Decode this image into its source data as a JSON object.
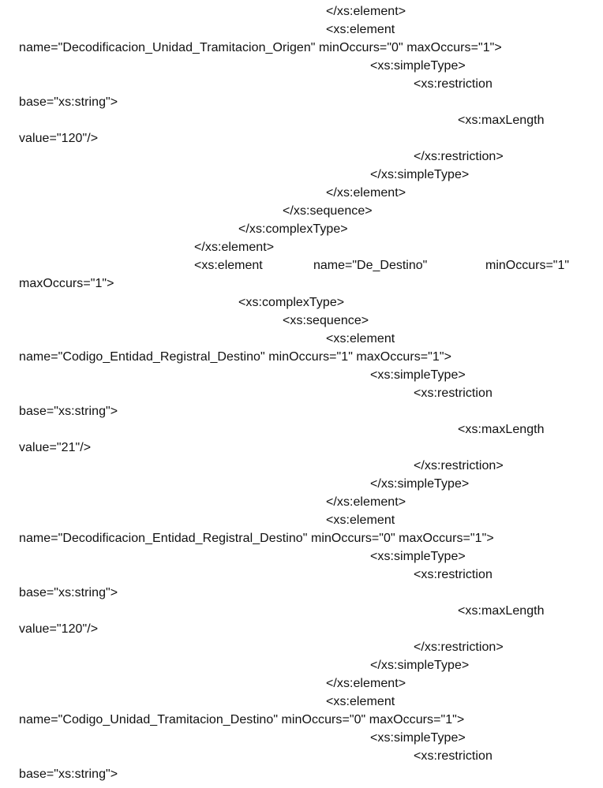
{
  "lines": [
    "</xs:element>",
    "<xs:element",
    "name=\"Decodificacion_Unidad_Tramitacion_Origen\" minOccurs=\"0\" maxOccurs=\"1\">",
    "<xs:simpleType>",
    "<xs:restriction",
    "base=\"xs:string\">",
    "<xs:maxLength",
    "value=\"120\"/>",
    "</xs:restriction>",
    "</xs:simpleType>",
    "</xs:element>",
    "</xs:sequence>",
    "</xs:complexType>",
    "</xs:element>",
    "<xs:element",
    "name=\"De_Destino\"",
    "minOccurs=\"1\"",
    "maxOccurs=\"1\">",
    "<xs:complexType>",
    "<xs:sequence>",
    "<xs:element",
    "name=\"Codigo_Entidad_Registral_Destino\" minOccurs=\"1\" maxOccurs=\"1\">",
    "<xs:simpleType>",
    "<xs:restriction",
    "base=\"xs:string\">",
    "<xs:maxLength",
    "value=\"21\"/>",
    "</xs:restriction>",
    "</xs:simpleType>",
    "</xs:element>",
    "<xs:element",
    "name=\"Decodificacion_Entidad_Registral_Destino\" minOccurs=\"0\" maxOccurs=\"1\">",
    "<xs:simpleType>",
    "<xs:restriction",
    "base=\"xs:string\">",
    "<xs:maxLength",
    "value=\"120\"/>",
    "</xs:restriction>",
    "</xs:simpleType>",
    "</xs:element>",
    "<xs:element",
    "name=\"Codigo_Unidad_Tramitacion_Destino\" minOccurs=\"0\" maxOccurs=\"1\">",
    "<xs:simpleType>",
    "<xs:restriction",
    "base=\"xs:string\">"
  ]
}
